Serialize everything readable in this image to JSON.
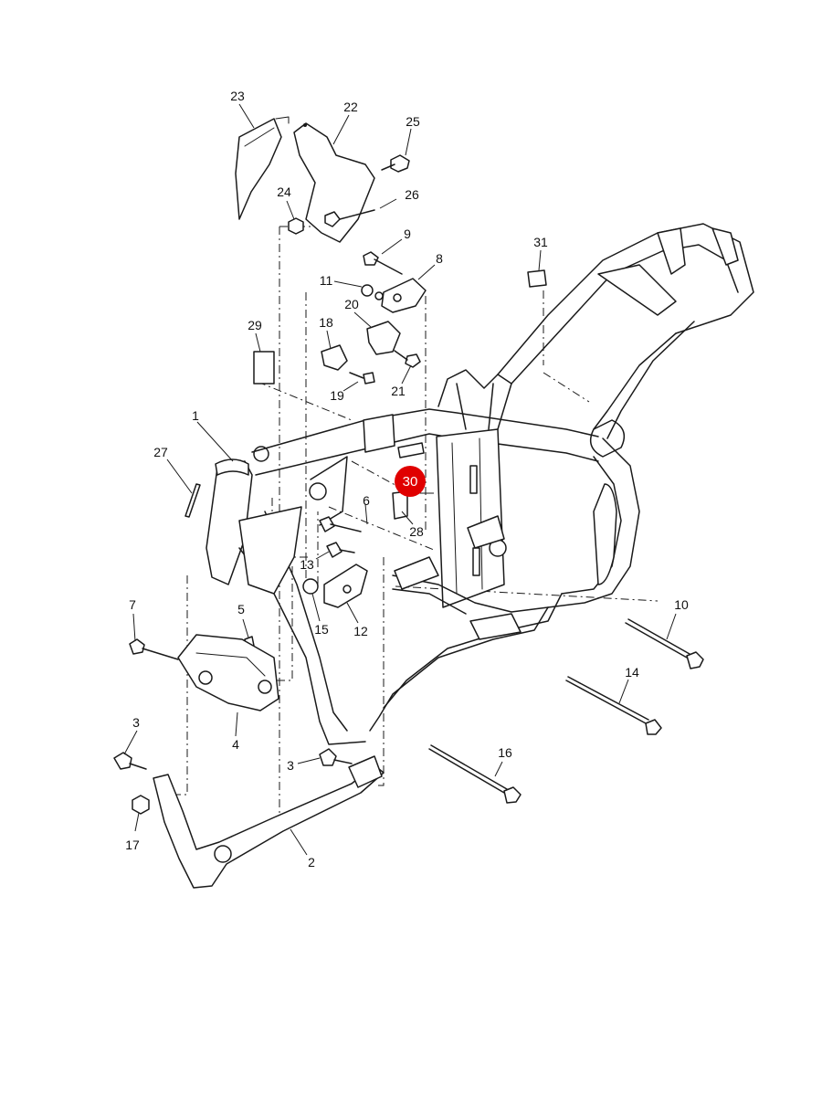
{
  "diagram": {
    "highlighted_part": "30",
    "highlight_color": "#e00000",
    "callouts": [
      {
        "id": "c23",
        "label": "23"
      },
      {
        "id": "c22",
        "label": "22"
      },
      {
        "id": "c25",
        "label": "25"
      },
      {
        "id": "c24",
        "label": "24"
      },
      {
        "id": "c26",
        "label": "26"
      },
      {
        "id": "c9",
        "label": "9"
      },
      {
        "id": "c8",
        "label": "8"
      },
      {
        "id": "c31",
        "label": "31"
      },
      {
        "id": "c11",
        "label": "11"
      },
      {
        "id": "c20",
        "label": "20"
      },
      {
        "id": "c29",
        "label": "29"
      },
      {
        "id": "c18",
        "label": "18"
      },
      {
        "id": "c19",
        "label": "19"
      },
      {
        "id": "c21",
        "label": "21"
      },
      {
        "id": "c1",
        "label": "1"
      },
      {
        "id": "c27",
        "label": "27"
      },
      {
        "id": "c30",
        "label": "30"
      },
      {
        "id": "c6",
        "label": "6"
      },
      {
        "id": "c28",
        "label": "28"
      },
      {
        "id": "c13",
        "label": "13"
      },
      {
        "id": "c7",
        "label": "7"
      },
      {
        "id": "c5",
        "label": "5"
      },
      {
        "id": "c15",
        "label": "15"
      },
      {
        "id": "c12",
        "label": "12"
      },
      {
        "id": "c10",
        "label": "10"
      },
      {
        "id": "c14",
        "label": "14"
      },
      {
        "id": "c4",
        "label": "4"
      },
      {
        "id": "c3a",
        "label": "3"
      },
      {
        "id": "c3b",
        "label": "3"
      },
      {
        "id": "c16",
        "label": "16"
      },
      {
        "id": "c17",
        "label": "17"
      },
      {
        "id": "c2",
        "label": "2"
      }
    ]
  }
}
